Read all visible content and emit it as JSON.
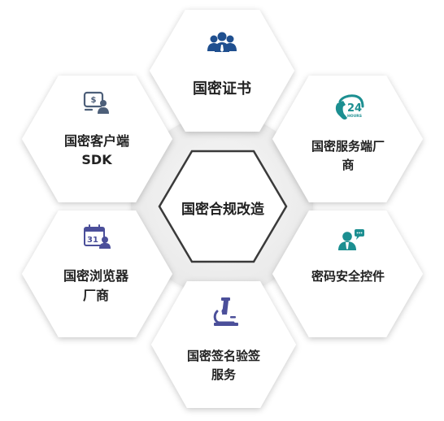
{
  "center": {
    "label": "国密合规改造"
  },
  "nodes": [
    {
      "id": "cert",
      "label_lines": [
        "国密证书"
      ],
      "icon": "group-icon"
    },
    {
      "id": "server-vendor",
      "label_lines": [
        "国密服务端厂",
        "商"
      ],
      "icon": "24-hours-support-icon",
      "icon_text_top": "24",
      "icon_text_bottom": "HOURS"
    },
    {
      "id": "security-control",
      "label_lines": [
        "密码安全控件"
      ],
      "icon": "support-agent-chat-icon"
    },
    {
      "id": "sign-verify",
      "label_lines": [
        "国密签名验签",
        "服务"
      ],
      "icon": "microscope-icon"
    },
    {
      "id": "browser-vendor",
      "label_lines": [
        "国密浏览器",
        "厂商"
      ],
      "icon": "calendar-user-icon",
      "icon_text": "31"
    },
    {
      "id": "client-sdk",
      "label_lines": [
        "国密客户端",
        "SDK"
      ],
      "icon": "payment-user-icon",
      "icon_text": "$"
    }
  ],
  "colors": {
    "hex_fill": "#ffffff",
    "hex_shadow": "#bfbfbf",
    "ring_fill": "#f1f1f1",
    "center_stroke": "#3a3a3a",
    "text": "#222222",
    "icon_blue": "#1f4f8f",
    "icon_teal": "#1c8f91",
    "icon_purple": "#4b4f9a",
    "icon_slate": "#4d5f79"
  }
}
